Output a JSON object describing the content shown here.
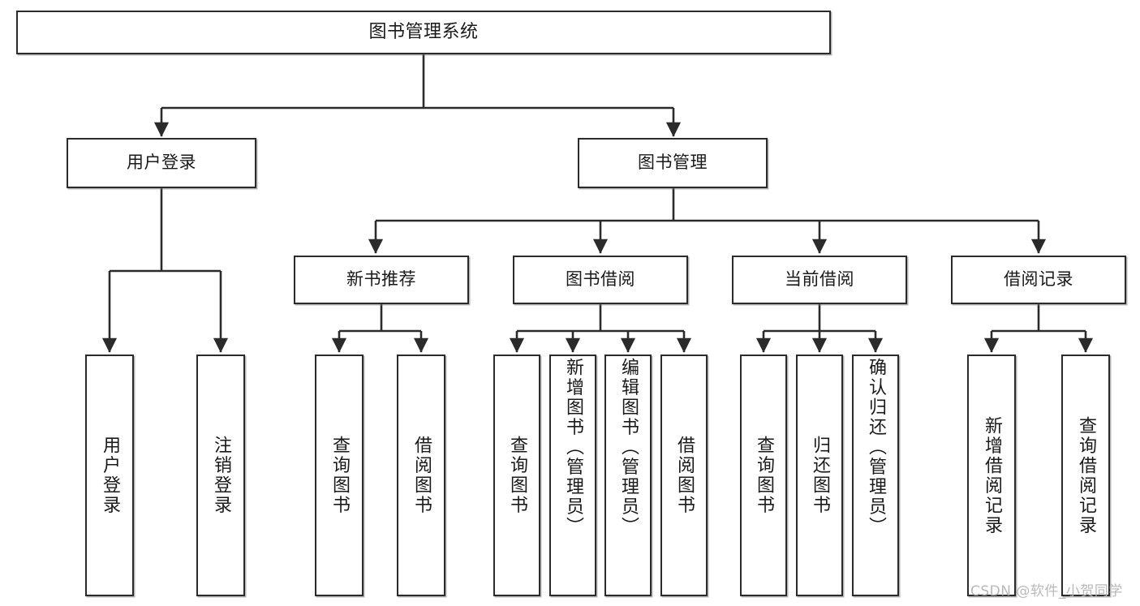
{
  "diagram": {
    "title": "图书管理系统",
    "type": "tree",
    "watermark": "CSDN @软件_小贺同学",
    "colors": {
      "node_border": "#2b2b2b",
      "node_fill": "#ffffff",
      "edge": "#2b2b2b",
      "watermark": "#b9b9b9",
      "background": "#ffffff"
    },
    "nodes": {
      "root": {
        "label": "图书管理系统"
      },
      "tier2": [
        {
          "label": "用户登录"
        },
        {
          "label": "图书管理"
        }
      ],
      "tier3": [
        {
          "label": "新书推荐"
        },
        {
          "label": "图书借阅"
        },
        {
          "label": "当前借阅"
        },
        {
          "label": "借阅记录"
        }
      ],
      "leaves": {
        "user_login": [
          {
            "label": "用户登录"
          },
          {
            "label": "注销登录"
          }
        ],
        "new_book_recommend": [
          {
            "label": "查询图书"
          },
          {
            "label": "借阅图书"
          }
        ],
        "book_borrow": [
          {
            "label": "查询图书"
          },
          {
            "label": "新增图书（管理员）"
          },
          {
            "label": "编辑图书（管理员）"
          },
          {
            "label": "借阅图书"
          }
        ],
        "current_borrow": [
          {
            "label": "查询图书"
          },
          {
            "label": "归还图书"
          },
          {
            "label": "确认归还（管理员）"
          }
        ],
        "borrow_record": [
          {
            "label": "新增借阅记录"
          },
          {
            "label": "查询借阅记录"
          }
        ]
      }
    }
  }
}
